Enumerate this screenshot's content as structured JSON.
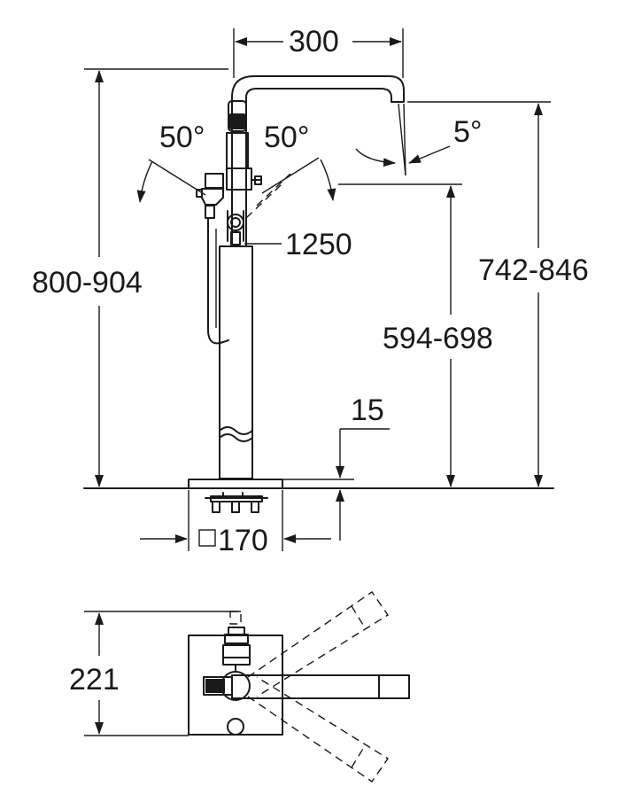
{
  "labels": {
    "width_spout": "300",
    "angle_left": "50°",
    "angle_right": "50°",
    "angle_spout": "5°",
    "hose_length": "1250",
    "total_height": "800-904",
    "spout_height": "742-846",
    "handle_height": "594-698",
    "floor_offset": "15",
    "base_size": "170",
    "depth": "221"
  },
  "colors": {
    "line": "#1a1a1a",
    "background": "#ffffff"
  }
}
